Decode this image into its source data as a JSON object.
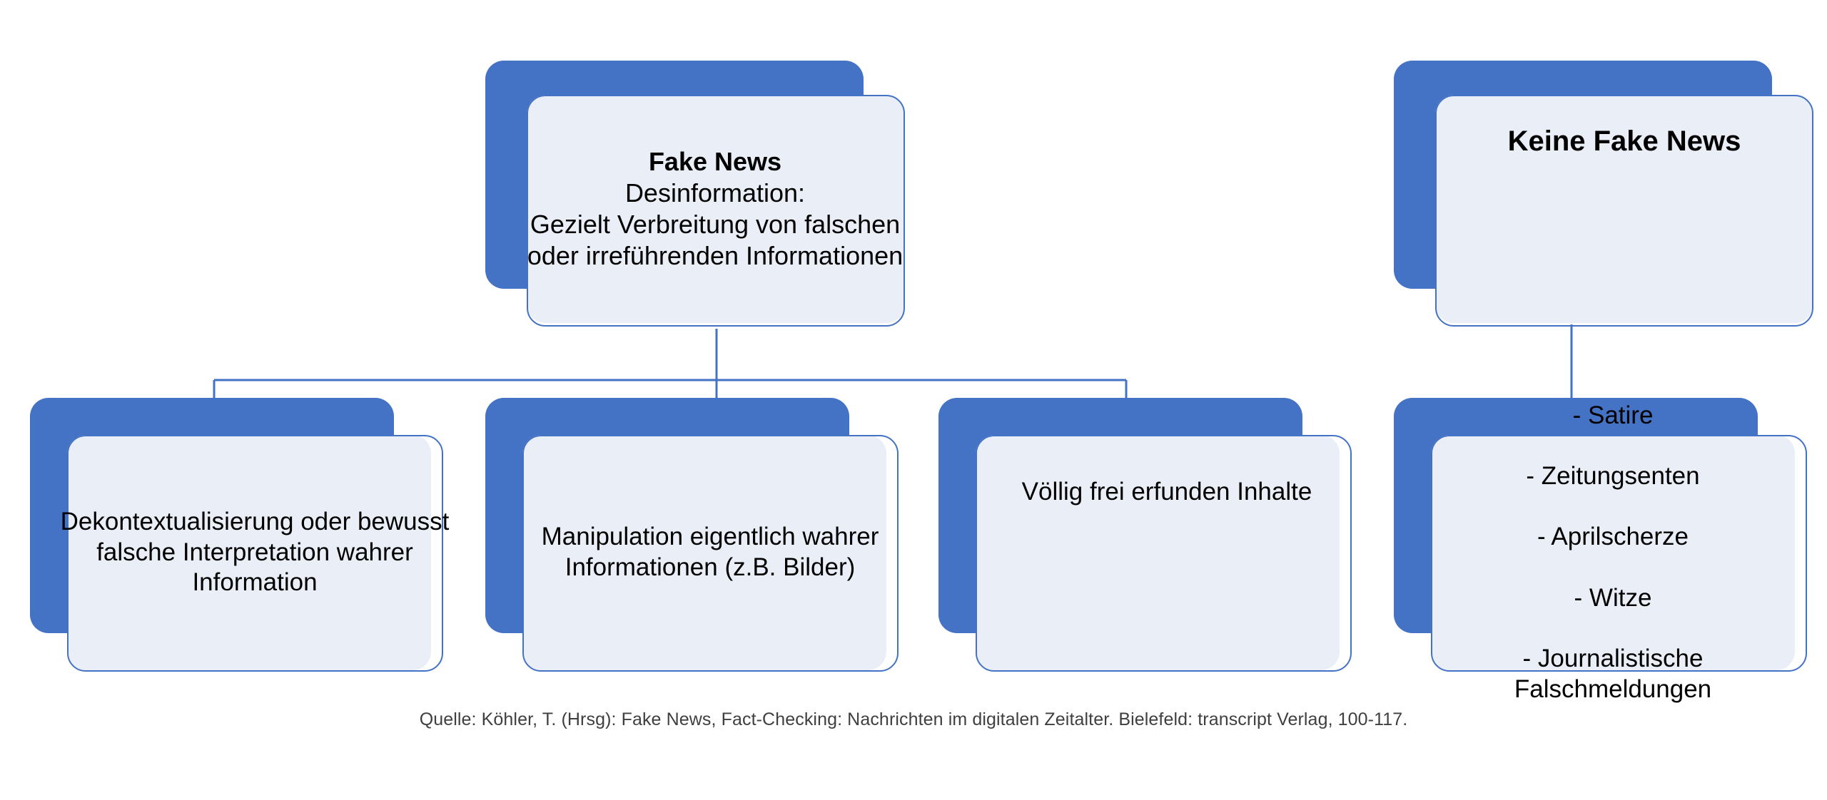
{
  "diagram": {
    "type": "hierarchy",
    "theme": {
      "accent_blue": "#4472C4",
      "panel_fill": "#EAEFF7",
      "outline_blue": "#4472C4",
      "text_color": "#000000",
      "citation_color": "#3F3F3F",
      "background": "#FFFFFF"
    },
    "nodes": [
      {
        "id": "fake-news",
        "title": "Fake News",
        "body": "Desinformation:\nGezielt Verbreitung von falschen oder irreführenden Informationen",
        "role": "root-left"
      },
      {
        "id": "keine-fake-news",
        "title": "Keine Fake News",
        "body": "",
        "role": "root-right"
      },
      {
        "id": "dekontextualisierung",
        "title": "",
        "body": "Dekontextualisierung oder bewusst falsche Interpretation wahrer Information",
        "role": "child"
      },
      {
        "id": "manipulation",
        "title": "",
        "body": "Manipulation eigentlich wahrer Informationen (z.B. Bilder)",
        "role": "child"
      },
      {
        "id": "frei-erfunden",
        "title": "",
        "body": "Völlig frei erfunden Inhalte",
        "role": "child"
      },
      {
        "id": "keine-fake-news-liste",
        "title": "",
        "bullets": [
          "- Satire",
          "- Zeitungsenten",
          "- Aprilscherze",
          "- Witze",
          "- Journalistische Falschmeldungen"
        ],
        "role": "child"
      }
    ],
    "edges": [
      {
        "from": "fake-news",
        "to": "dekontextualisierung"
      },
      {
        "from": "fake-news",
        "to": "manipulation"
      },
      {
        "from": "fake-news",
        "to": "frei-erfunden"
      },
      {
        "from": "keine-fake-news",
        "to": "keine-fake-news-liste"
      }
    ]
  },
  "citation": "Quelle: Köhler, T. (Hrsg): Fake News, Fact-Checking: Nachrichten im digitalen Zeitalter. Bielefeld: transcript Verlag, 100-117."
}
